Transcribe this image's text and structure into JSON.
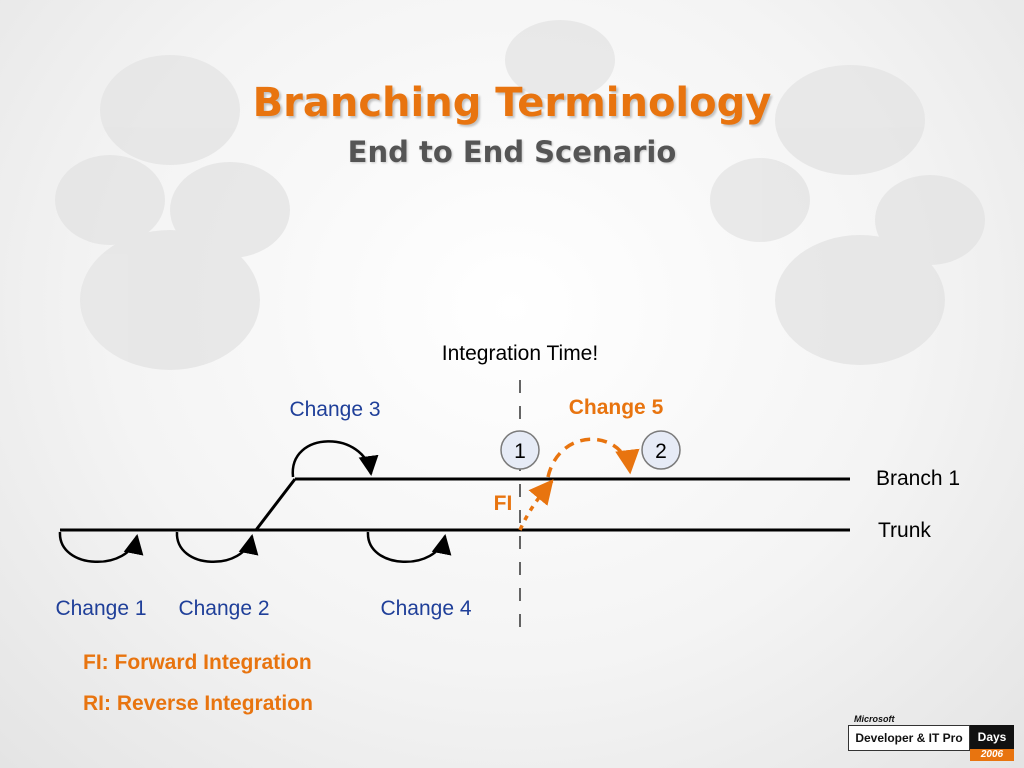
{
  "title": "Branching Terminology",
  "subtitle": "End to End Scenario",
  "diagram": {
    "integration_label": "Integration Time!",
    "change_labels": [
      "Change 1",
      "Change 2",
      "Change 3",
      "Change 4",
      "Change 5"
    ],
    "branch_label": "Branch 1",
    "trunk_label": "Trunk",
    "fi_label": "FI",
    "markers": [
      "1",
      "2"
    ]
  },
  "legend": {
    "fi": "FI: Forward Integration",
    "ri": "RI: Reverse Integration"
  },
  "logo": {
    "brand": "Microsoft",
    "product": "Developer & IT Pro",
    "days": "Days",
    "year": "2006"
  },
  "colors": {
    "accent": "#e8740f",
    "label_blue": "#1f3f99",
    "line": "#000000"
  }
}
